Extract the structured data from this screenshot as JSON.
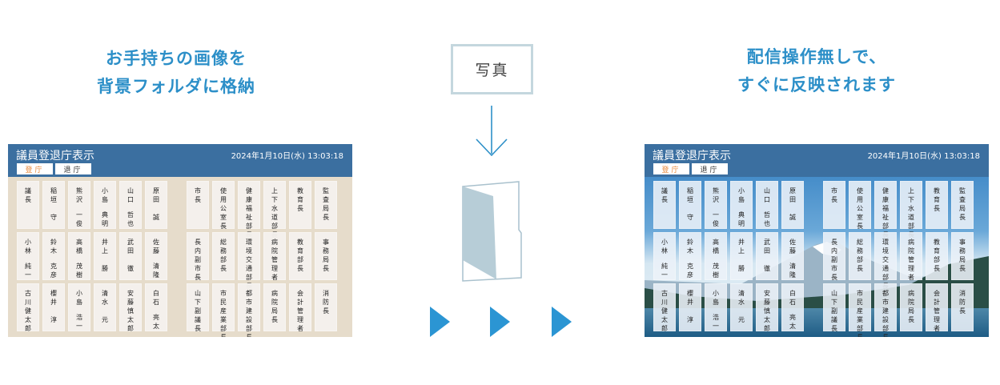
{
  "left_caption": {
    "line1": "お手持ちの画像を",
    "line2": "背景フォルダに格納"
  },
  "right_caption": {
    "line1": "配信操作無しで、",
    "line2": "すぐに反映されます"
  },
  "photo_label": "写真",
  "icons": {
    "down_arrow": "arrow-down-icon",
    "folder": "folder-icon",
    "play_arrows": "play-arrow-icon"
  },
  "colors": {
    "accent": "#2c8fc8",
    "header": "#3b6fa0",
    "left_background": "#e6dccb",
    "arrow": "#2b95d3"
  },
  "screens": {
    "app_title": "議員登退庁表示",
    "datetime": "2024年1月10日(水) 13:03:18",
    "tab_in": "登庁",
    "tab_out": "退庁",
    "left_background": "beige plain",
    "right_background": "mountain lake photo",
    "members": [
      [
        "議長",
        "稲垣|守",
        "熊沢|一俊",
        "小島|典明",
        "山口|哲也",
        "原田|誠"
      ],
      [
        "小林|純一",
        "鈴木|克彦",
        "高橋|茂樹",
        "井上|勝",
        "武田|徹",
        "佐藤|清隆"
      ],
      [
        "古川|健太郎",
        "櫻井|淳",
        "小島|浩一",
        "清水|元",
        "安藤|慎太郎",
        "白石|亮太"
      ]
    ],
    "officials": [
      [
        "市長",
        "使用公室長",
        "健康福祉部長",
        "上下水道部長",
        "教育長",
        "監査局長"
      ],
      [
        "長内副市長",
        "総務部長",
        "環境交通部長",
        "病院管理者",
        "教育部長",
        "事務局長"
      ],
      [
        "山下副議長",
        "市民産業部長",
        "都市建設部長",
        "病院局長",
        "会計管理者",
        "消防長"
      ]
    ]
  }
}
